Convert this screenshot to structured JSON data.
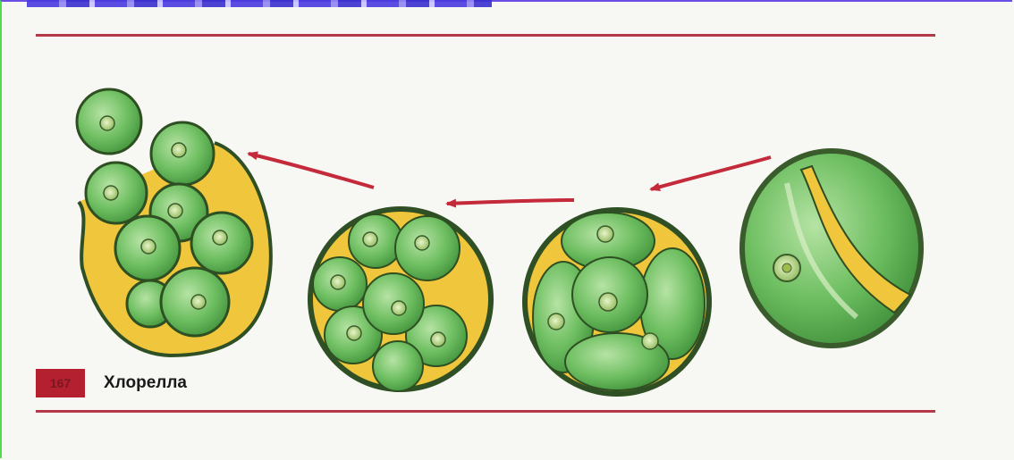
{
  "figure": {
    "number": "167",
    "caption": "Хлорелла"
  },
  "colors": {
    "cell_green": "#6fbf62",
    "cell_dark_green": "#3f8f3a",
    "mother_wall_yellow": "#f0c63c",
    "arrow_red": "#c42a3a",
    "rule_red": "#b43a4a",
    "badge_red": "#b52030"
  },
  "stages": [
    {
      "id": "mature-cell"
    },
    {
      "id": "dividing-cell"
    },
    {
      "id": "autospores-in-wall"
    },
    {
      "id": "autospore-release"
    }
  ]
}
